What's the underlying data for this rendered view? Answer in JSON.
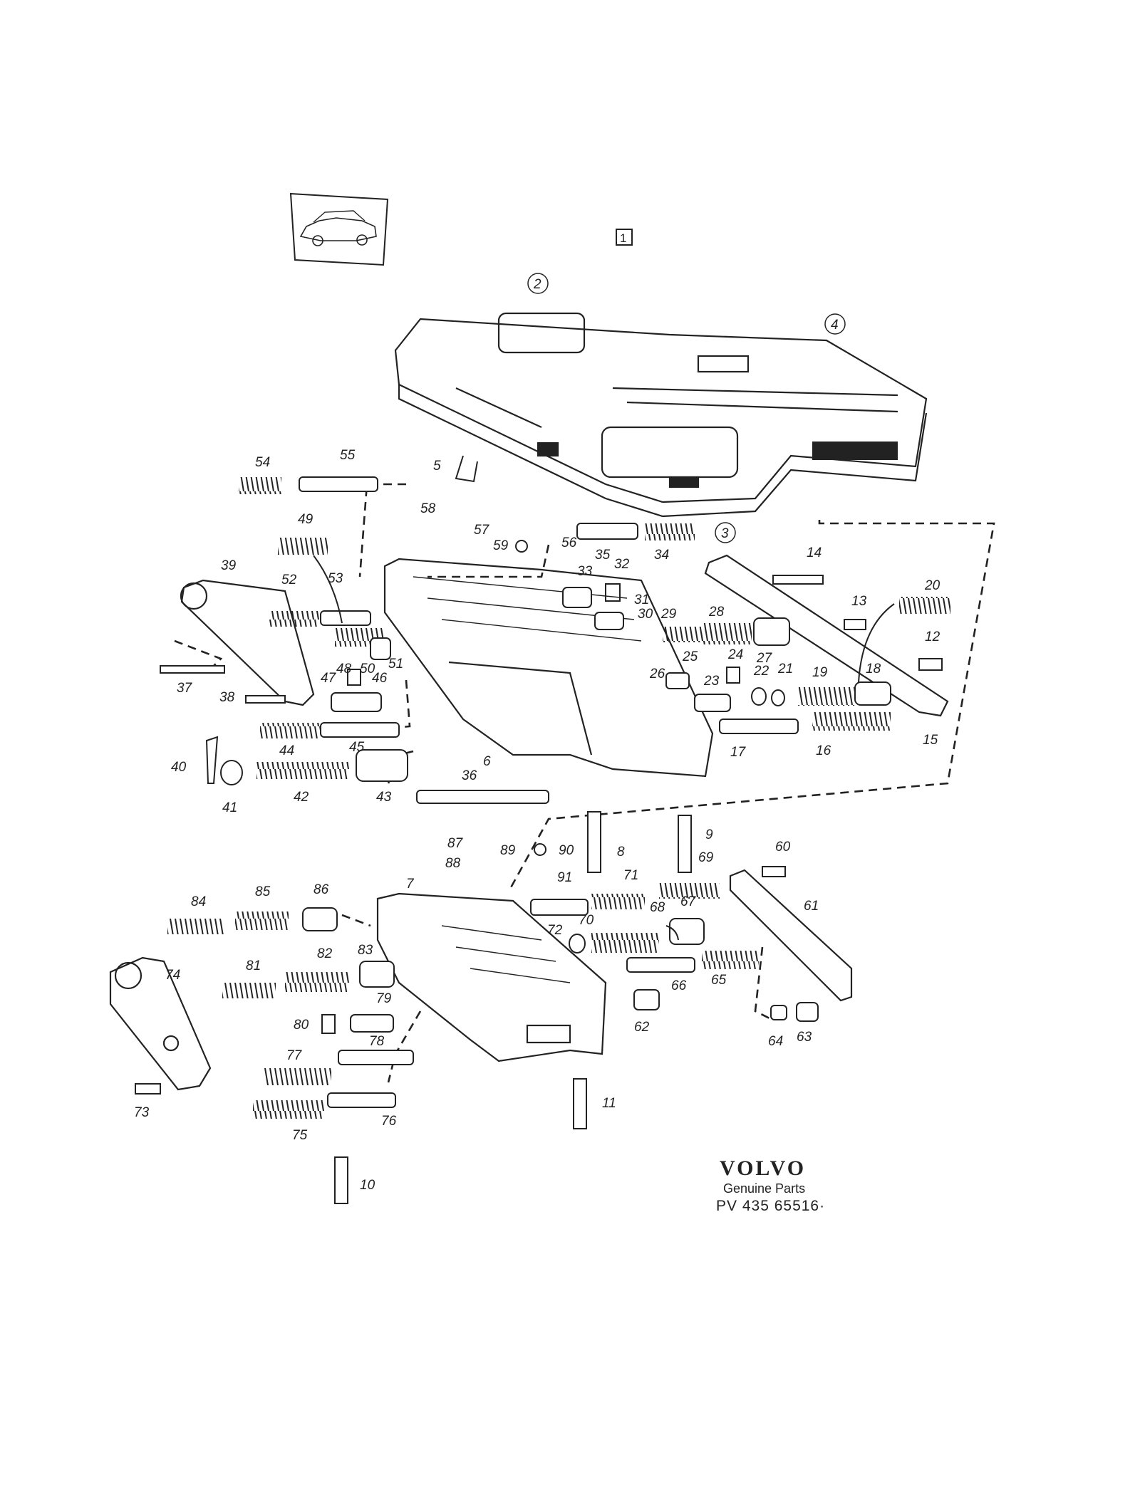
{
  "diagram": {
    "variant_box": "1",
    "brand": "VOLVO",
    "brand_sub": "Genuine Parts",
    "part_number": "PV 435 65516·",
    "callouts_circled": [
      "2",
      "3",
      "4"
    ],
    "callouts": [
      "5",
      "6",
      "7",
      "8",
      "9",
      "10",
      "11",
      "12",
      "13",
      "14",
      "15",
      "16",
      "17",
      "18",
      "19",
      "20",
      "21",
      "22",
      "23",
      "24",
      "25",
      "26",
      "27",
      "28",
      "29",
      "30",
      "31",
      "32",
      "33",
      "34",
      "35",
      "36",
      "37",
      "38",
      "39",
      "40",
      "41",
      "42",
      "43",
      "44",
      "45",
      "46",
      "47",
      "48",
      "49",
      "50",
      "51",
      "52",
      "53",
      "54",
      "55",
      "56",
      "57",
      "58",
      "59",
      "60",
      "61",
      "62",
      "63",
      "64",
      "65",
      "66",
      "67",
      "68",
      "69",
      "70",
      "71",
      "72",
      "73",
      "74",
      "75",
      "76",
      "77",
      "78",
      "79",
      "80",
      "81",
      "82",
      "83",
      "84",
      "85",
      "86",
      "87",
      "88",
      "89",
      "90",
      "91"
    ]
  },
  "colors": {
    "line": "#222222",
    "paper": "#ffffff"
  },
  "icons": {
    "car": "car-thumbnail-icon"
  }
}
